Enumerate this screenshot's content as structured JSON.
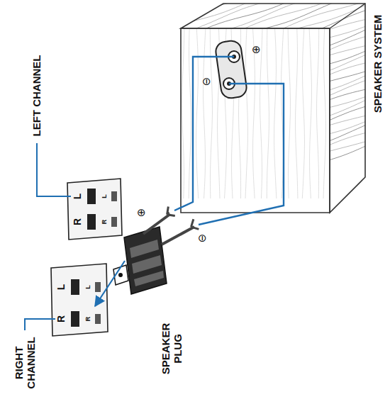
{
  "diagram": {
    "labels": [
      "SPEAKER SYSTEM",
      "LEFT CHANNEL",
      "L",
      "R",
      "L",
      "R",
      "RIGHT CHANNEL",
      "L",
      "R",
      "L",
      "R",
      "⊕",
      "⊖",
      "⊕",
      "⊖",
      "SPEAKER PLUG"
    ]
  }
}
